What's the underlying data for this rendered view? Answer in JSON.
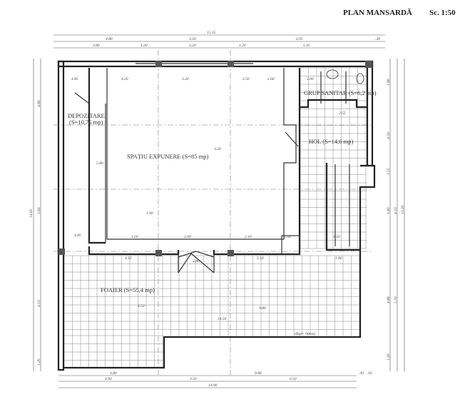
{
  "header": {
    "title": "PLAN MANSARDĂ",
    "scale": "Sc. 1:50"
  },
  "rooms": {
    "storage": {
      "name": "DEPOZITARE",
      "area": "(S=10,75 mp)"
    },
    "exhibition": {
      "label": "SPAȚIU EXPUNERE (S=85 mp)"
    },
    "sanitary": {
      "label": "GRUP SANITAR (S=6,2 mp)"
    },
    "hall": {
      "label": "HOL (S=14,6 mp)"
    },
    "foyer": {
      "label": "FOAIER (S=55,4 mp)"
    }
  },
  "dimensions": {
    "top": {
      "total": "15.55",
      "row2": [
        "4.80",
        "3.50",
        "6.95",
        ".30"
      ],
      "row3": [
        "3.80",
        "1.20",
        "3.20",
        "1.20",
        "5.45"
      ]
    },
    "bottom": {
      "row1": [
        "4.80",
        "9.80",
        ".30",
        ".65"
      ],
      "row2": [
        "4.90",
        "3.50",
        "6.50"
      ],
      "total": "14.90"
    },
    "left": {
      "total": "14.85",
      "parts": [
        "4.80",
        "5.60",
        "4.10",
        "1.20"
      ]
    },
    "right": {
      "total": "13.30",
      "row1": [
        "1.80",
        "4.50",
        "1.55",
        "1.80",
        "4.88",
        "1.20"
      ],
      "row2": [
        "4.10",
        "5.50"
      ]
    },
    "interior": [
      "4.85",
      "4.20",
      "3.20",
      "2.50",
      "2.60",
      "2.00",
      "1.20",
      "2.00",
      "2.10",
      "1.50",
      "1.50",
      "3.20",
      "5.80",
      "1.90",
      "4.85",
      "4.12",
      "5.10",
      "14.50",
      "4.50",
      "9.80",
      "2.55",
      "1.80",
      "2.80"
    ],
    "note": "(Rsp= 90cm)"
  }
}
